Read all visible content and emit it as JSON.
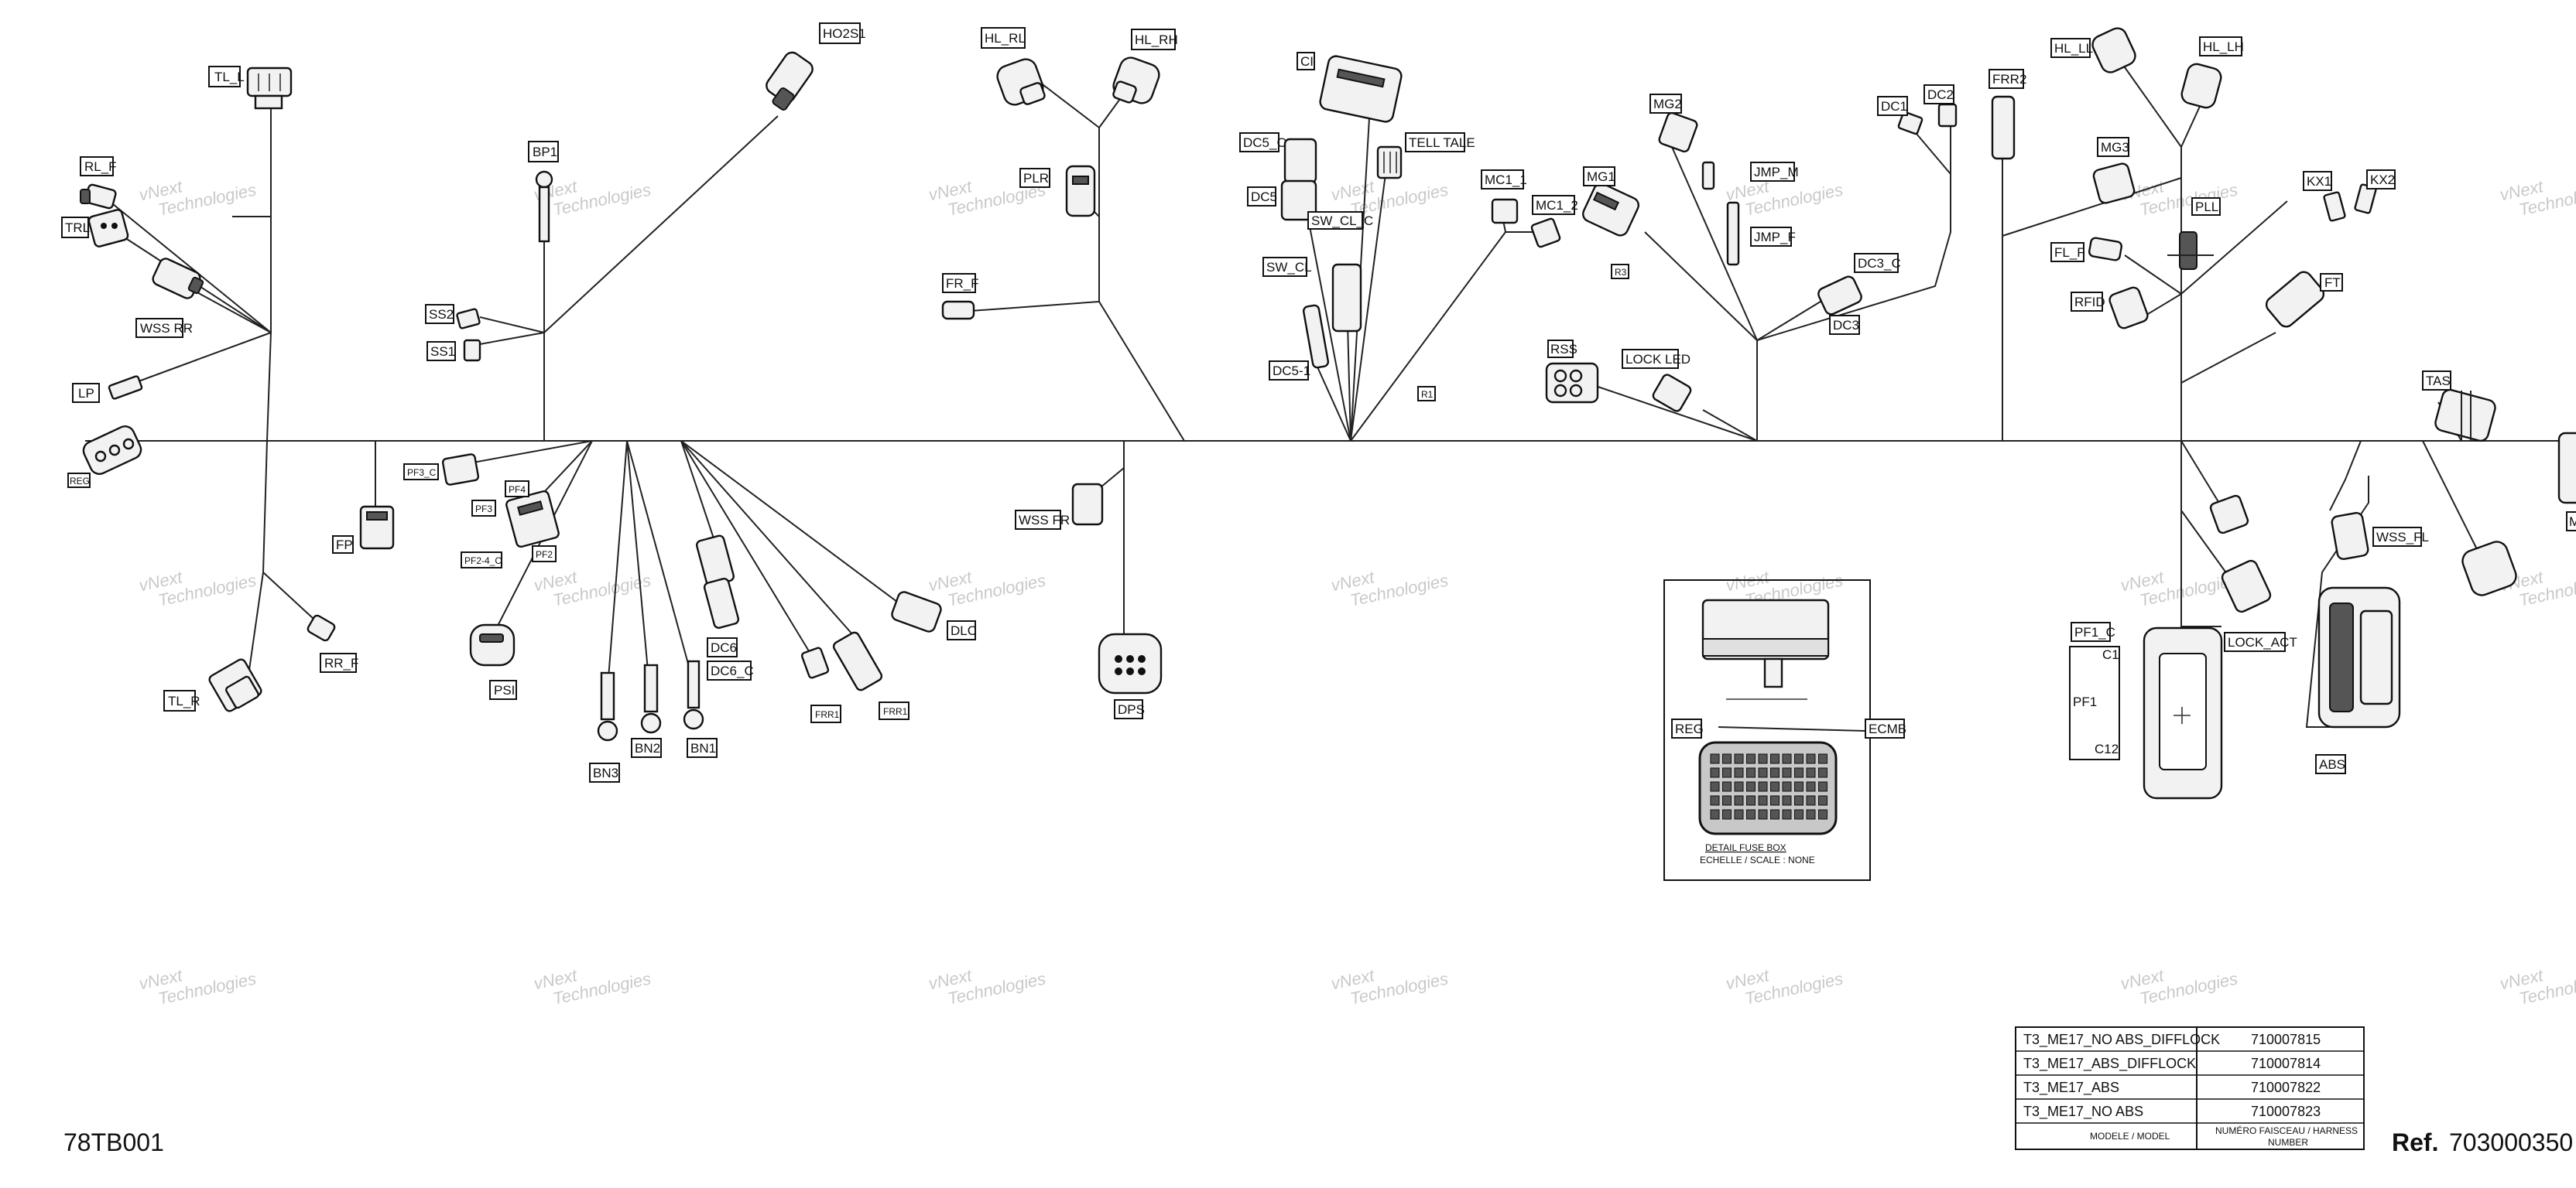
{
  "drawing": {
    "code": "78TB001",
    "ref_label": "Ref.",
    "ref_number": "703000350",
    "watermark": [
      "vNext",
      "Technologies"
    ]
  },
  "connectors": [
    {
      "id": "tl_l",
      "label": "TL_L"
    },
    {
      "id": "rl_f",
      "label": "RL_F"
    },
    {
      "id": "trl",
      "label": "TRL"
    },
    {
      "id": "wss_rr",
      "label": "WSS RR"
    },
    {
      "id": "lp",
      "label": "LP"
    },
    {
      "id": "reg",
      "label": "REG"
    },
    {
      "id": "fp",
      "label": "FP"
    },
    {
      "id": "rr_f",
      "label": "RR_F"
    },
    {
      "id": "tl_r",
      "label": "TL_R"
    },
    {
      "id": "bp1",
      "label": "BP1"
    },
    {
      "id": "ho2s1",
      "label": "HO2S1"
    },
    {
      "id": "ss2",
      "label": "SS2"
    },
    {
      "id": "ss1",
      "label": "SS1"
    },
    {
      "id": "pf3_c",
      "label": "PF3_C"
    },
    {
      "id": "pf3",
      "label": "PF3"
    },
    {
      "id": "pf4",
      "label": "PF4"
    },
    {
      "id": "pf2",
      "label": "PF2"
    },
    {
      "id": "pf2_4_c",
      "label": "PF2-4_C"
    },
    {
      "id": "psi",
      "label": "PSI"
    },
    {
      "id": "bn3",
      "label": "BN3"
    },
    {
      "id": "bn2",
      "label": "BN2"
    },
    {
      "id": "bn1",
      "label": "BN1"
    },
    {
      "id": "dc6",
      "label": "DC6"
    },
    {
      "id": "dc6_c",
      "label": "DC6_C"
    },
    {
      "id": "frr1a",
      "label": "FRR1"
    },
    {
      "id": "frr1b",
      "label": "FRR1"
    },
    {
      "id": "dlc",
      "label": "DLC"
    },
    {
      "id": "hl_rl",
      "label": "HL_RL"
    },
    {
      "id": "hl_rh",
      "label": "HL_RH"
    },
    {
      "id": "plr",
      "label": "PLR"
    },
    {
      "id": "fr_f",
      "label": "FR_F"
    },
    {
      "id": "wss_fr",
      "label": "WSS FR"
    },
    {
      "id": "dps",
      "label": "DPS"
    },
    {
      "id": "ci",
      "label": "CI"
    },
    {
      "id": "dc5_c",
      "label": "DC5_C"
    },
    {
      "id": "tell_tale",
      "label": "TELL TALE"
    },
    {
      "id": "dc5",
      "label": "DC5"
    },
    {
      "id": "sw_cl_c",
      "label": "SW_CL_C"
    },
    {
      "id": "sw_cl",
      "label": "SW_CL"
    },
    {
      "id": "dc5_1",
      "label": "DC5-1"
    },
    {
      "id": "r1",
      "label": "R1"
    },
    {
      "id": "mc1_1",
      "label": "MC1_1"
    },
    {
      "id": "mc1_2",
      "label": "MC1_2"
    },
    {
      "id": "mg1",
      "label": "MG1"
    },
    {
      "id": "r3",
      "label": "R3"
    },
    {
      "id": "mg2",
      "label": "MG2"
    },
    {
      "id": "jmp_m",
      "label": "JMP_M"
    },
    {
      "id": "jmp_f",
      "label": "JMP_F"
    },
    {
      "id": "dc1",
      "label": "DC1"
    },
    {
      "id": "dc2",
      "label": "DC2"
    },
    {
      "id": "dc3_c",
      "label": "DC3_C"
    },
    {
      "id": "dc3",
      "label": "DC3"
    },
    {
      "id": "rss",
      "label": "RSS"
    },
    {
      "id": "lock_led",
      "label": "LOCK LED"
    },
    {
      "id": "frr2",
      "label": "FRR2"
    },
    {
      "id": "hl_ll",
      "label": "HL_LL"
    },
    {
      "id": "hl_lh",
      "label": "HL_LH"
    },
    {
      "id": "mg3",
      "label": "MG3"
    },
    {
      "id": "pll",
      "label": "PLL"
    },
    {
      "id": "fl_f",
      "label": "FL_F"
    },
    {
      "id": "rfid",
      "label": "RFID"
    },
    {
      "id": "kx1",
      "label": "KX1"
    },
    {
      "id": "kx2",
      "label": "KX2"
    },
    {
      "id": "ft",
      "label": "FT"
    },
    {
      "id": "tas",
      "label": "TAS"
    },
    {
      "id": "wss_fl",
      "label": "WSS_FL"
    },
    {
      "id": "abs",
      "label": "ABS"
    },
    {
      "id": "pf1_c",
      "label": "PF1_C"
    },
    {
      "id": "lock_act",
      "label": "LOCK_ACT"
    },
    {
      "id": "ms",
      "label": "MS"
    }
  ],
  "fuse_box_detail": {
    "reg_label": "REG",
    "ecmb_label": "ECMB",
    "title": "DETAIL FUSE BOX",
    "scale": "ECHELLE / SCALE : NONE"
  },
  "pf1": {
    "label": "PF1",
    "c1": "C1",
    "c12": "C12"
  },
  "model_table": {
    "rows": [
      {
        "model": "T3_ME17_NO ABS_DIFFLOCK",
        "number": "710007815"
      },
      {
        "model": "T3_ME17_ABS_DIFFLOCK",
        "number": "710007814"
      },
      {
        "model": "T3_ME17_ABS",
        "number": "710007822"
      },
      {
        "model": "T3_ME17_NO ABS",
        "number": "710007823"
      }
    ],
    "footer_model": "MODELE / MODEL",
    "footer_number_1": "NUMÉRO FAISCEAU / HARNESS",
    "footer_number_2": "NUMBER"
  }
}
